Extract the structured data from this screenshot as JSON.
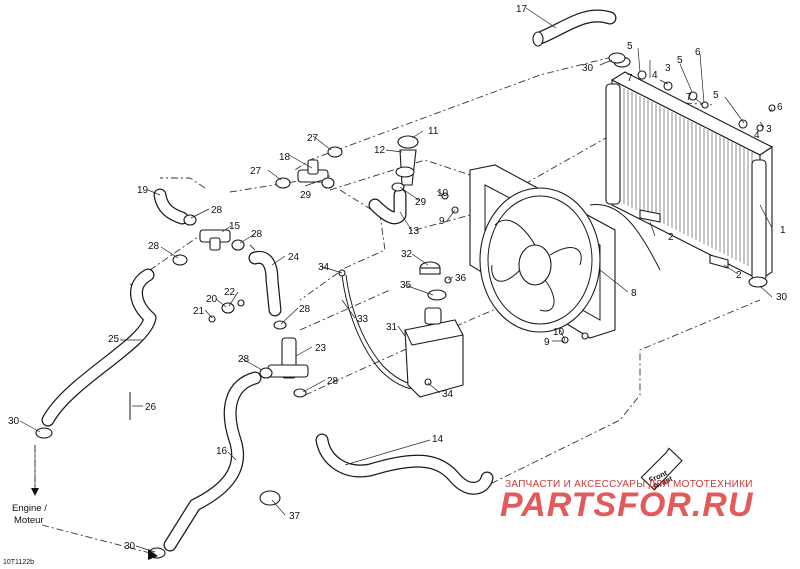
{
  "diagram": {
    "callouts": {
      "c17": "17",
      "c30a": "30",
      "c5a": "5",
      "c5b": "5",
      "c6a": "6",
      "c7a": "7",
      "c4a": "4",
      "c3a": "3",
      "c6b": "6",
      "c7b": "7",
      "c5c": "5",
      "c4b": "4",
      "c3b": "3",
      "c11": "11",
      "c12": "12",
      "c27a": "27",
      "c18": "18",
      "c27b": "27",
      "c29a": "29",
      "c29b": "29",
      "c19": "19",
      "c28a": "28",
      "c15": "15",
      "c28b": "28",
      "c28c": "28",
      "c10a": "10",
      "c9a": "9",
      "c13": "13",
      "c2a": "2",
      "c1": "1",
      "c2b": "2",
      "c30b": "30",
      "c24": "24",
      "c34a": "34",
      "c32": "32",
      "c36": "36",
      "c35": "35",
      "c8": "8",
      "c22": "22",
      "c20": "20",
      "c21": "21",
      "c28d": "28",
      "c33": "33",
      "c31": "31",
      "c10b": "10",
      "c9b": "9",
      "c25": "25",
      "c23": "23",
      "c28e": "28",
      "c28f": "28",
      "c34b": "34",
      "c26": "26",
      "c30c": "30",
      "c14": "14",
      "c16": "16",
      "c37": "37",
      "c30d": "30"
    },
    "engine_label_line1": "Engine /",
    "engine_label_line2": "Moteur",
    "front_label_line1": "Front",
    "front_label_line2": "Avant",
    "diagram_code": "10T1122b",
    "watermark_top": "ЗАПЧАСТИ И АКСЕССУАРЫ ДЛЯ МОТОТЕХНИКИ",
    "watermark_logo": "PARTSFOR.RU"
  }
}
